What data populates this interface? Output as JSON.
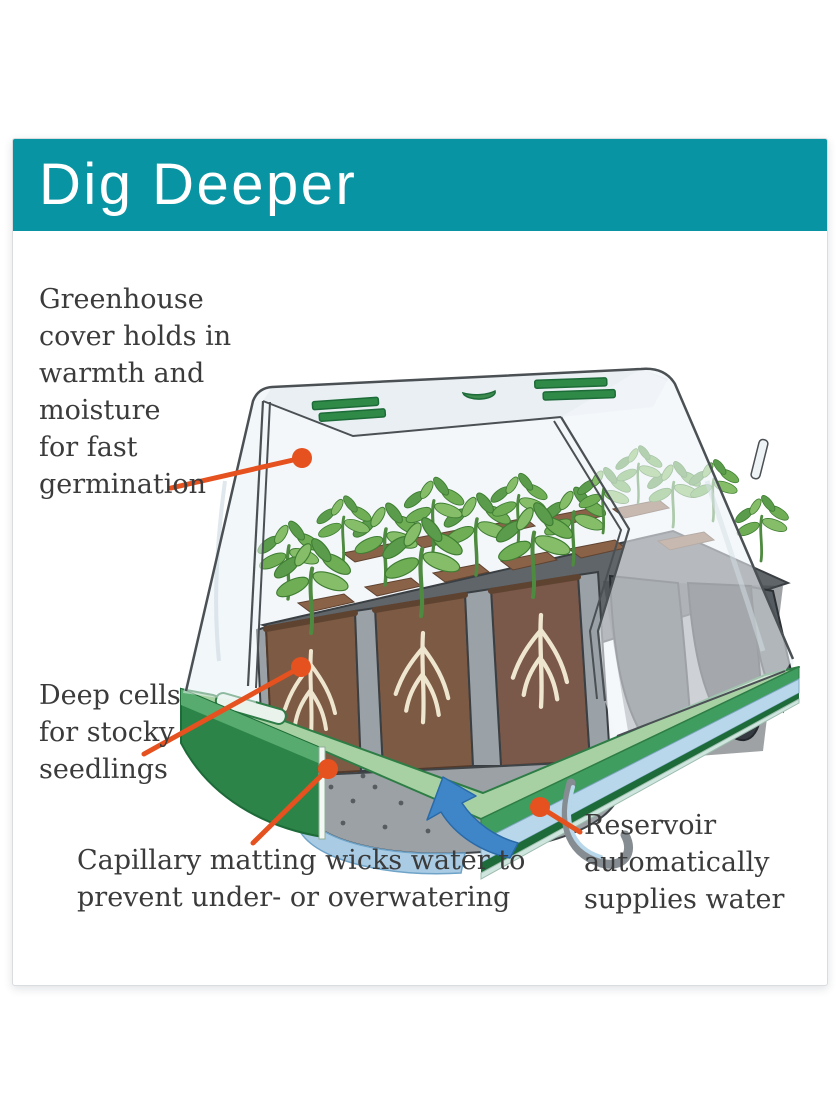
{
  "header": {
    "title": "Dig Deeper"
  },
  "labels": {
    "cover": "Greenhouse\ncover holds in\nwarmth and\nmoisture\nfor fast\ngermination",
    "cells": "Deep cells\nfor stocky\nseedlings",
    "matting": "Capillary matting wicks water to\nprevent under- or overwatering",
    "reservoir": "Reservoir\nautomatically\nsupplies water"
  },
  "illustration": {
    "parts": [
      "greenhouse-cover",
      "top-vents",
      "seedlings",
      "deep-cells",
      "soil-with-roots",
      "capillary-matting",
      "water-flow-arrow",
      "reservoir-channel",
      "outer-tray"
    ]
  },
  "colors": {
    "header_bg": "#0994a3",
    "header_text": "#ffffff",
    "card_border": "#d9dde0",
    "accent": "#e5511f",
    "label_text": "#3b3b3b",
    "dome_outline": "#4a5054",
    "leaf_green": "#6fae55",
    "tray_green": "#3f9e5f",
    "tray_green_dark": "#1d6b38",
    "rim_green_light": "#a8d1a3",
    "soil_brown": "#7d5a43",
    "root_cream": "#efe6d0",
    "matting_gray": "#9ba1a5",
    "cell_gray_dark": "#3c4247",
    "water_blue": "#3f86c8",
    "reservoir_blue": "#b9d7ea"
  }
}
